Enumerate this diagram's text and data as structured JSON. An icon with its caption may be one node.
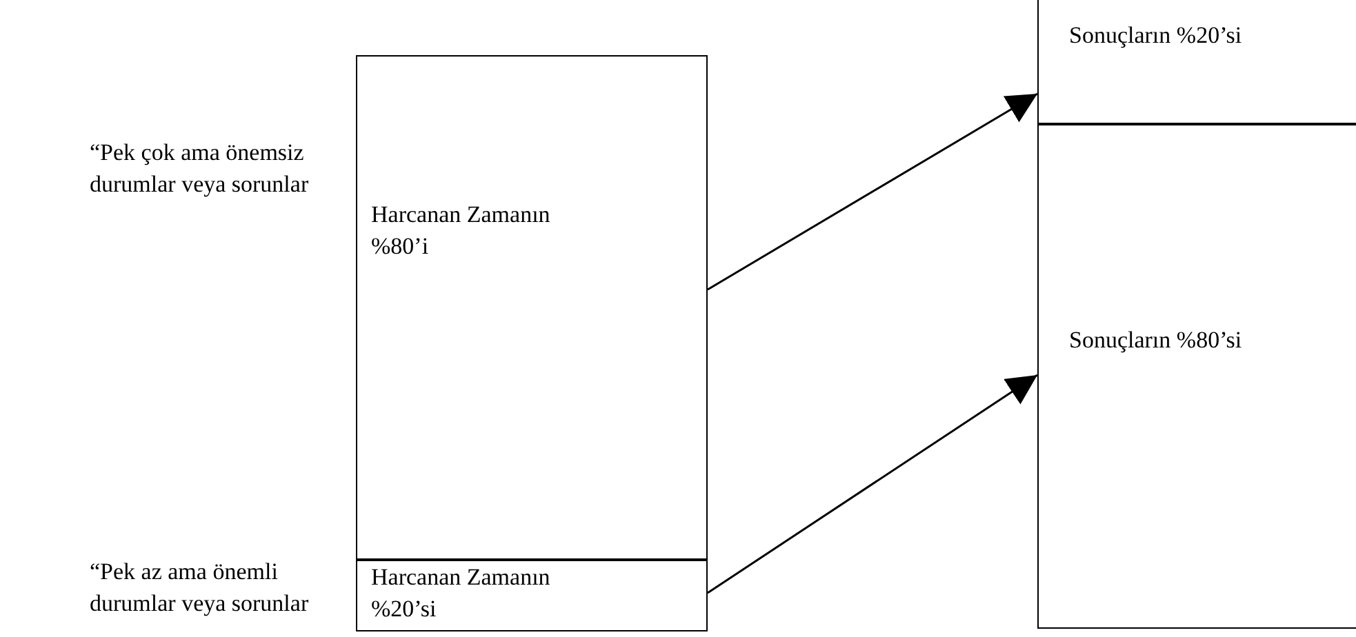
{
  "diagram": {
    "nodes": [
      {
        "text": [
          "Harcanan Zamanın %80’i"
        ]
      },
      {
        "text": [
          "Harcanan Zamanın %20’si"
        ]
      },
      {
        "text": [
          "Sonuçların %20’si"
        ]
      },
      {
        "text": [
          "Sonuçların %80’si"
        ]
      }
    ],
    "edges": [
      {
        "from": 0,
        "to": 2,
        "arrow": "to"
      },
      {
        "from": 1,
        "to": 3,
        "arrow": "to"
      }
    ],
    "labels": [
      "“Pek çok ama önemsiz durumlar veya sorunlar",
      "“Pek az ama önemli durumlar veya sorunlar"
    ]
  }
}
